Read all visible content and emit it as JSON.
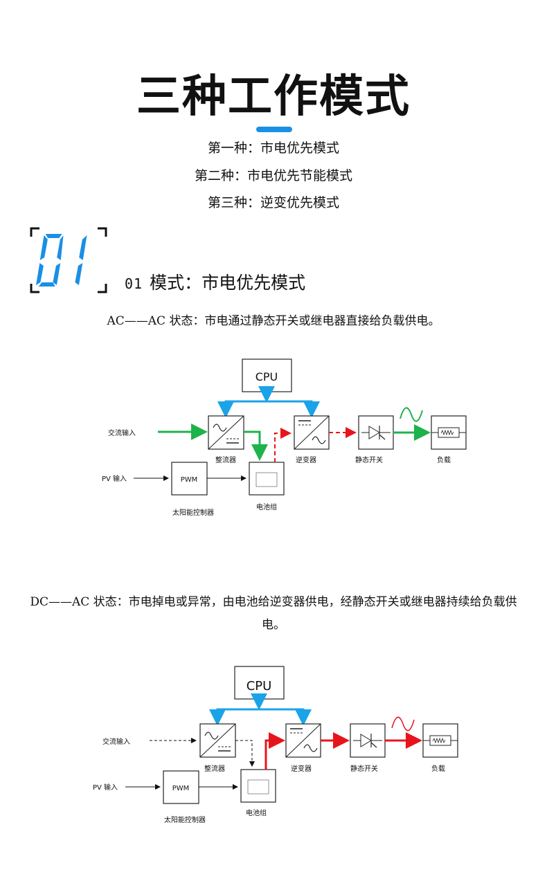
{
  "header": {
    "title": "三种工作模式",
    "accent_color": "#1a8fe6",
    "modes": [
      "第一种：市电优先模式",
      "第二种：市电优先节能模式",
      "第三种：逆变优先模式"
    ]
  },
  "section": {
    "badge_number": "01",
    "title_number": "01",
    "title_text": "模式：市电优先模式",
    "badge_color": "#1a8fe6"
  },
  "diagram_ac": {
    "description": "AC——AC 状态：市电通过静态开关或继电器直接给负载供电。",
    "labels": {
      "cpu": "CPU",
      "ac_input": "交流输入",
      "pv_input": "PV 输入",
      "pwm": "PWM",
      "rectifier": "整流器",
      "inverter": "逆变器",
      "static_switch": "静态开关",
      "load": "负载",
      "battery": "电池组",
      "solar_controller": "太阳能控制器"
    }
  },
  "diagram_dc": {
    "description": "DC——AC 状态：市电掉电或异常，由电池给逆变器供电，经静态开关或继电器持续给负载供电。",
    "labels": {
      "cpu": "CPU",
      "ac_input": "交流输入",
      "pv_input": "PV 输入",
      "pwm": "PWM",
      "rectifier": "整流器",
      "inverter": "逆变器",
      "static_switch": "静态开关",
      "load": "负载",
      "battery": "电池组",
      "solar_controller": "太阳能控制器"
    }
  },
  "colors": {
    "control_line": "#1aa3e8",
    "ac_flow": "#1db34a",
    "dc_flow": "#e8141c"
  }
}
